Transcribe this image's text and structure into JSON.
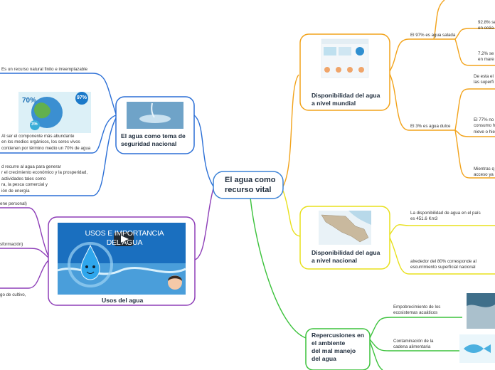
{
  "center": {
    "title_line1": "El agua como",
    "title_line2": "recurso vital"
  },
  "nodes": {
    "seguridad": {
      "title_line1": "El agua como tema de",
      "title_line2": "seguridad nacional",
      "color": "#2b6fd6"
    },
    "usos": {
      "title": "Usos del agua",
      "color": "#8e3fb8",
      "video_title_line1": "USOS E IMPORTANCIA",
      "video_title_line2": "DEL AGUA"
    },
    "mundial": {
      "title_line1": "Disponibilidad del agua",
      "title_line2": "a nivel mundial",
      "color": "#f2a31b"
    },
    "nacional": {
      "title_line1": "Disponibilidad del agua",
      "title_line2": "a nivel nacional",
      "color": "#e8e01c"
    },
    "repercusiones": {
      "title_line1": "Repercusiones en",
      "title_line2": "el ambiente",
      "title_line3": "del mal manejo",
      "title_line4": "del agua",
      "color": "#3cc23c"
    }
  },
  "infographic": {
    "stat1": "70%",
    "stat2": "3%",
    "stat3": "97%"
  },
  "left_texts": {
    "t1": "Es un recurso natural finito e irreemplazable",
    "t2_l1": "Al ser el componente más abundante",
    "t2_l2": "en los medios orgánicos, los seres vivos",
    "t2_l3": "contienen por término medio un 70% de agua",
    "t3_l1": "d recurre al agua para generar",
    "t3_l2": "r el crecimiento económico y la prosperidad,",
    "t3_l3": "actividades tales como",
    "t3_l4": "ra, la pesca comercial y",
    "t3_l5": "ión de energía",
    "u1": "ene personal)",
    "u2": "sformación)",
    "u3": "go de cultivo,"
  },
  "right_texts": {
    "salada": "El 97% es agua salada",
    "salada_a_l1": "92.8% se",
    "salada_a_l2": "en océa",
    "salada_b_l1": "7.2% se",
    "salada_b_l2": "en mare",
    "dulce": "El 3% es agua dulce",
    "dulce_a_l1": "De esta el",
    "dulce_a_l2": "las superfi",
    "dulce_b_l1": "El 77% no s",
    "dulce_b_l2": "consumo h",
    "dulce_b_l3": "nieve o hie",
    "dulce_c_l1": "Mientras q",
    "dulce_c_l2": "acceso ya",
    "nac_a_l1": "La disponibilidad de agua en el país",
    "nac_a_l2": "es 451.6 Km3",
    "nac_b_l1": "alrededor del 80% corresponde al",
    "nac_b_l2": "escurrimiento superficial nacional",
    "rep_a_l1": "Empobrecimiento de los",
    "rep_a_l2": "ecosistemas acuáticos",
    "rep_b_l1": "Contaminación de la",
    "rep_b_l2": "cadena alimentaria"
  }
}
